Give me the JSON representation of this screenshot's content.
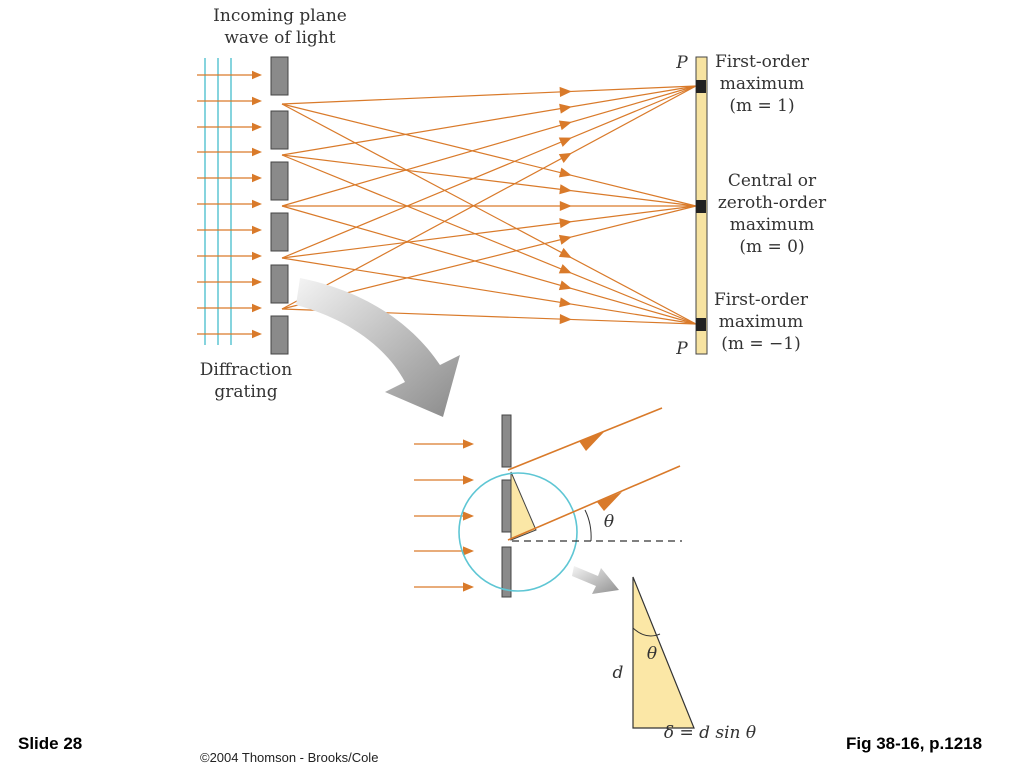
{
  "top_diagram": {
    "incoming_wave_label": [
      "Incoming plane",
      "wave of light"
    ],
    "grating_label": [
      "Diffraction",
      "grating"
    ],
    "screen_point_top": "P",
    "screen_point_bottom": "P",
    "first_order_top": [
      "First-order",
      "maximum",
      "(m = 1)"
    ],
    "central_max": [
      "Central or",
      "zeroth-order",
      "maximum",
      "(m = 0)"
    ],
    "first_order_bottom": [
      "First-order",
      "maximum",
      "(m = −1)"
    ]
  },
  "detail_diagram": {
    "theta_label": "θ",
    "triangle_theta_label": "θ",
    "d_label": "d",
    "delta_equation": "δ = d sin θ"
  },
  "footer": {
    "slide": "Slide 28",
    "copyright": "©2004 Thomson - Brooks/Cole",
    "figure_ref": "Fig 38-16, p.1218"
  },
  "colors": {
    "ray": "#d97a2a",
    "wavefront": "#5ec6d4",
    "slit": "#8a8a8a",
    "screen": "#f7e3a1",
    "triangle_fill": "#fbe7a6",
    "circle": "#5ec6d4",
    "big_arrow": "#9b9b9b"
  }
}
